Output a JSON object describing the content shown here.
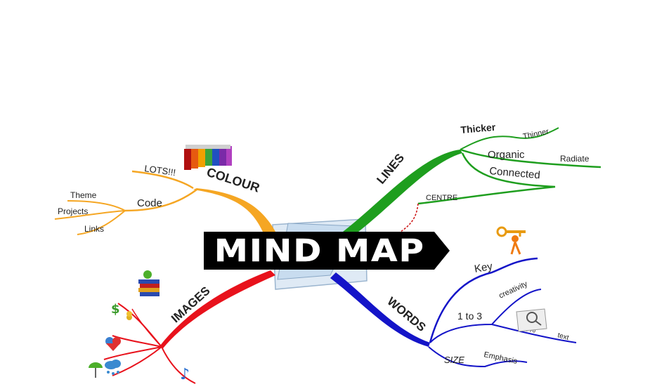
{
  "title": "MIND MAP",
  "colors": {
    "colour_branch": "#f5a623",
    "lines_branch": "#1e9e1e",
    "images_branch": "#e8121c",
    "words_branch": "#1414c8",
    "title_bg": "#000000",
    "title_text": "#ffffff"
  },
  "branches": {
    "colour": {
      "label": "COLOUR",
      "subs": {
        "lots": "LOTS!!!",
        "code": "Code",
        "theme": "Theme",
        "projects": "Projects",
        "links": "Links"
      },
      "icon": "spray-paint-cans-icon"
    },
    "lines": {
      "label": "LINES",
      "subs": {
        "thicker": "Thicker",
        "thinner": "Thinner",
        "organic": "Organic",
        "radiate": "Radiate",
        "connected": "Connected",
        "centre": "CENTRE"
      }
    },
    "images": {
      "label": "IMAGES",
      "icons": [
        "books-apple-icon",
        "dollar-coins-icon",
        "hearts-icon",
        "umbrella-icon",
        "rain-cloud-icon",
        "music-note-icon"
      ]
    },
    "words": {
      "label": "WORDS",
      "subs": {
        "key": "Key",
        "one_to_three": "1 to 3",
        "creativity": "creativity",
        "ten_percent": "10%",
        "text": "text",
        "size": "SIZE",
        "emphasis": "Emphasis"
      },
      "icons": [
        "key-person-icon",
        "magnifier-paper-icon"
      ]
    }
  }
}
